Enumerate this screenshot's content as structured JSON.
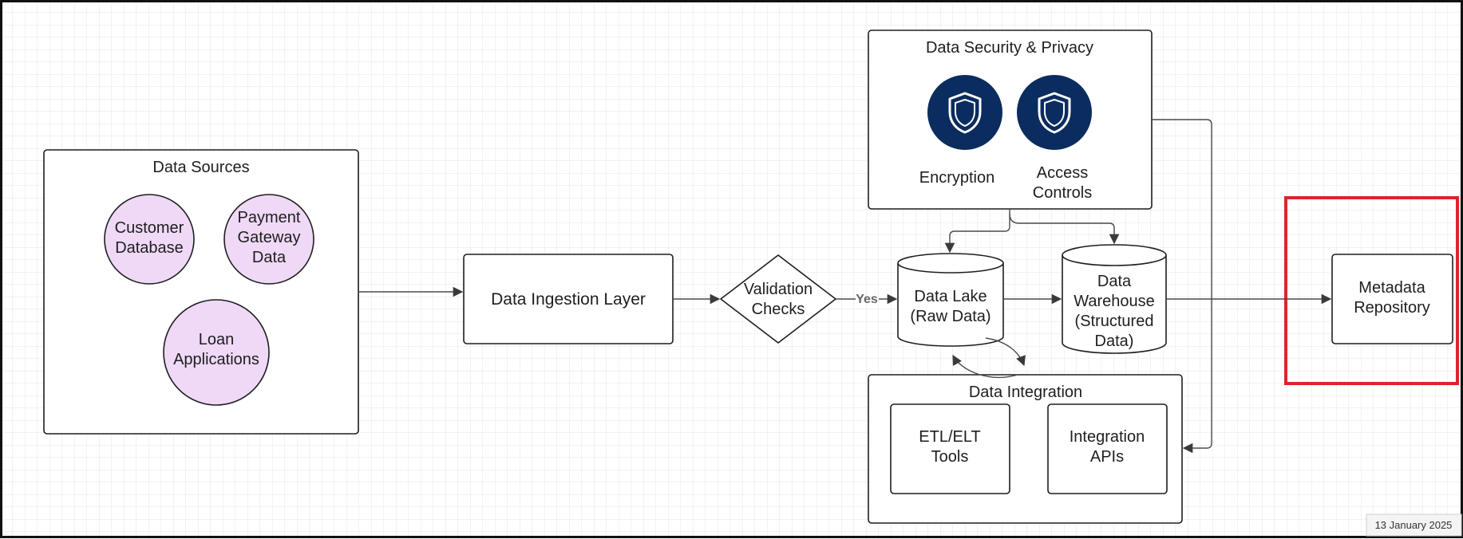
{
  "colors": {
    "border": "#1e1e1e",
    "source_fill": "#efd9f7",
    "icon_fill": "#0b2c5e",
    "highlight": "#e0242a",
    "grid": "#e6e6e6"
  },
  "data_sources": {
    "title": "Data Sources",
    "items": [
      {
        "line1": "Customer",
        "line2": "Database",
        "line3": ""
      },
      {
        "line1": "Payment",
        "line2": "Gateway",
        "line3": "Data"
      },
      {
        "line1": "Loan",
        "line2": "Applications",
        "line3": ""
      }
    ]
  },
  "ingestion": {
    "label": "Data Ingestion Layer"
  },
  "validation": {
    "line1": "Validation",
    "line2": "Checks",
    "yes_label": "Yes"
  },
  "data_lake": {
    "line1": "Data Lake",
    "line2": "(Raw Data)"
  },
  "data_warehouse": {
    "line1": "Data",
    "line2": "Warehouse",
    "line3": "(Structured",
    "line4": "Data)"
  },
  "security": {
    "title": "Data Security & Privacy",
    "encryption": {
      "label": "Encryption",
      "icon": "shield-icon"
    },
    "access": {
      "line1": "Access",
      "line2": "Controls",
      "icon": "shield-icon"
    }
  },
  "integration": {
    "title": "Data Integration",
    "etl": {
      "line1": "ETL/ELT",
      "line2": "Tools"
    },
    "apis": {
      "line1": "Integration",
      "line2": "APIs"
    }
  },
  "metadata": {
    "line1": "Metadata",
    "line2": "Repository"
  },
  "date_label": "13 January 2025"
}
